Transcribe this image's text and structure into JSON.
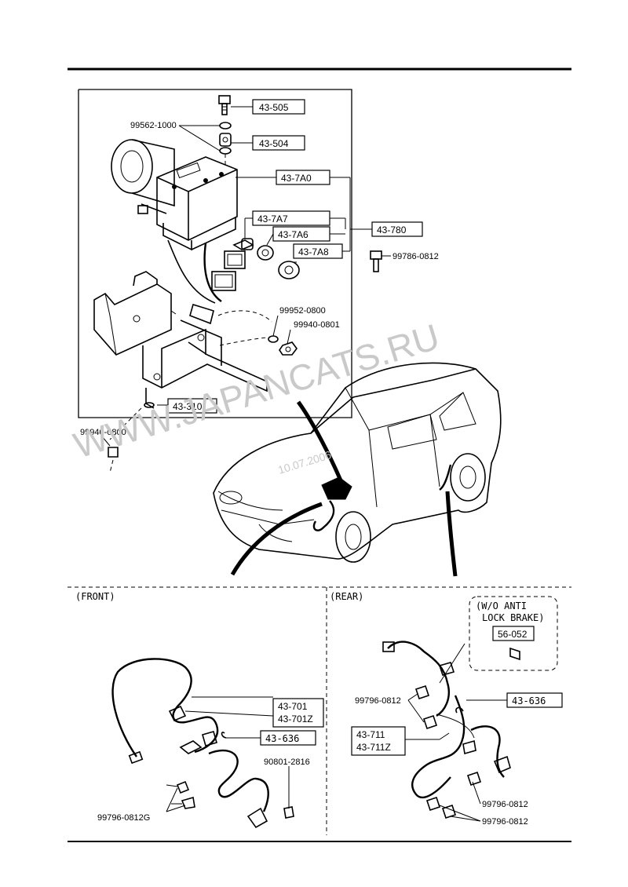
{
  "watermark": "WWW.JAPANCATS.RU",
  "watermark_date": "10.07.2006",
  "sections": {
    "front": "(FRONT)",
    "rear": "(REAR)"
  },
  "top_parts": {
    "p43_505": "43-505",
    "p43_504": "43-504",
    "p43_7A0": "43-7A0",
    "p43_7A7": "43-7A7",
    "p43_7A6": "43-7A6",
    "p43_7A8": "43-7A8",
    "p43_780": "43-780",
    "p43_310": "43-310",
    "p99562": "99562-1000",
    "p99786": "99786-0812",
    "p99952": "99952-0800",
    "p99940_0801": "99940-0801",
    "p99940_0800": "99940-0800"
  },
  "front_parts": {
    "p43_701": "43-701",
    "p43_701Z": "43-701Z",
    "p43_636": "43-636",
    "p90801": "90801-2816",
    "p99796G": "99796-0812G"
  },
  "rear_parts": {
    "wo_line1": "(W/O ANTI",
    "wo_line2": "LOCK BRAKE)",
    "p56_052": "56-052",
    "p99796_a": "99796-0812",
    "p43_636": "43-636",
    "p43_711": "43-711",
    "p43_711Z": "43-711Z",
    "p99796_b": "99796-0812",
    "p99796_c": "99796-0812"
  }
}
